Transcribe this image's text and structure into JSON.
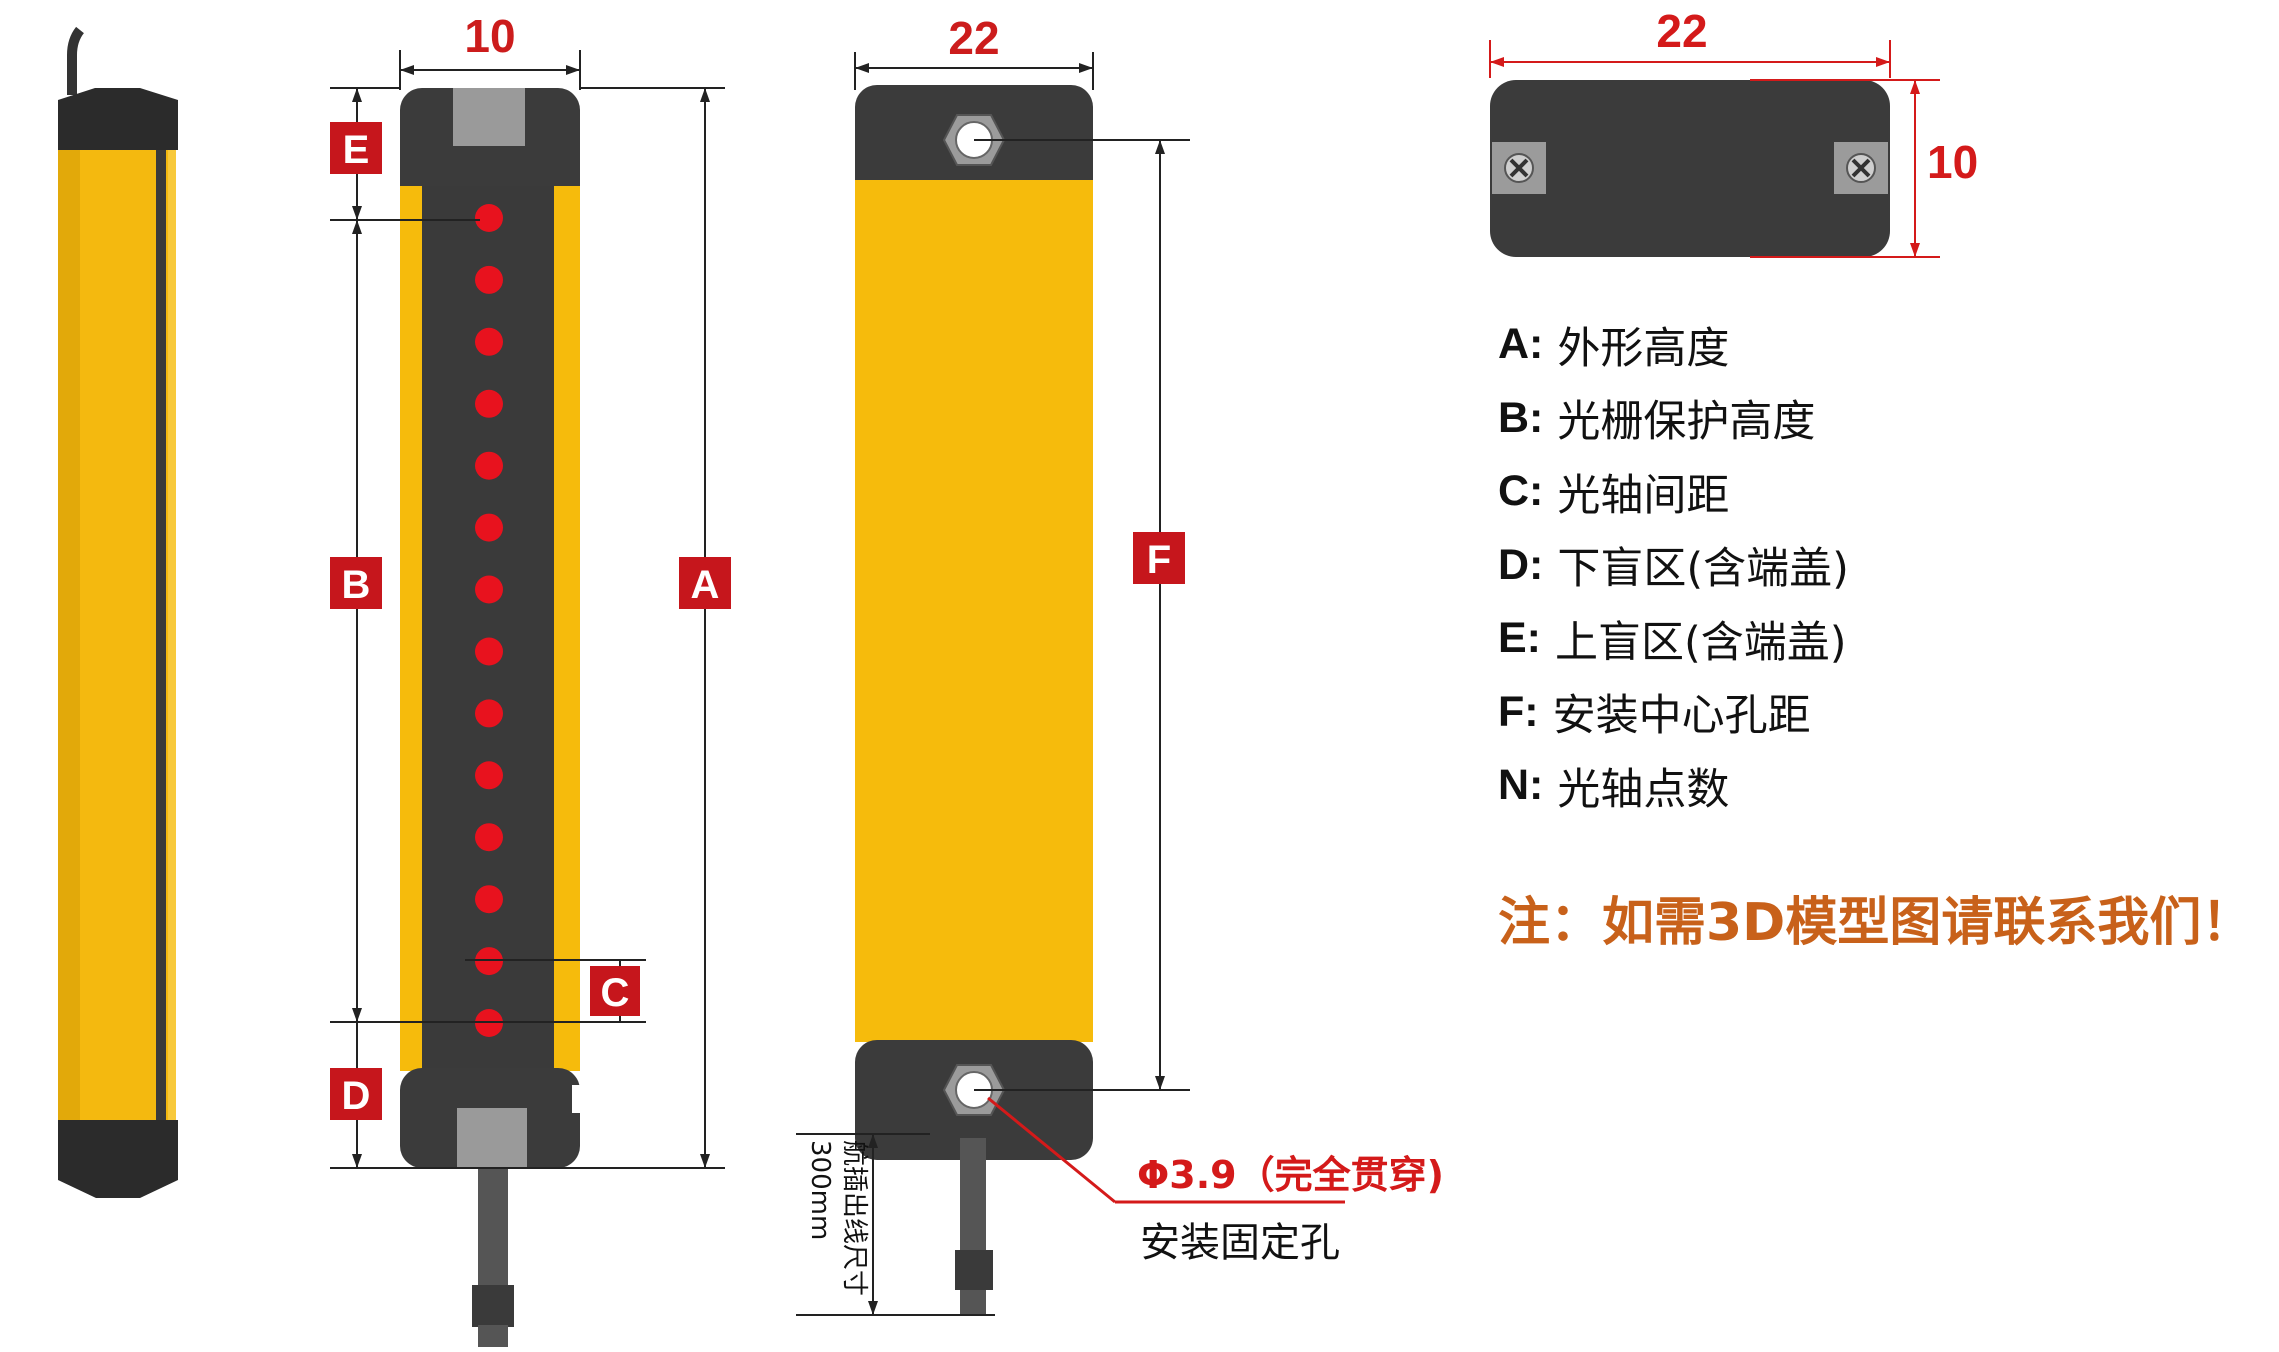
{
  "dimensions": {
    "front_width": "10",
    "side_width": "22",
    "top_width": "22",
    "top_depth": "10"
  },
  "tags": {
    "A": "A",
    "B": "B",
    "C": "C",
    "D": "D",
    "E": "E",
    "F": "F"
  },
  "legend": [
    {
      "key": "A:",
      "desc": "外形高度"
    },
    {
      "key": "B:",
      "desc": "光栅保护高度"
    },
    {
      "key": "C:",
      "desc": "光轴间距"
    },
    {
      "key": "D:",
      "desc": "下盲区(含端盖)"
    },
    {
      "key": "E:",
      "desc": "上盲区(含端盖)"
    },
    {
      "key": "F:",
      "desc": "安装中心孔距"
    },
    {
      "key": "N:",
      "desc": "光轴点数"
    }
  ],
  "note": "注：如需3D模型图请联系我们！",
  "hole": {
    "spec": "Φ3.9（完全贯穿)",
    "caption": "安装固定孔"
  },
  "cable": {
    "caption_line1": "航插出线尺寸",
    "caption_line2": "300mm"
  },
  "light_axis_count": 14,
  "colors": {
    "housing_yellow": "#f6bb0c",
    "body_dark": "#3a3a3a",
    "led_red": "#e8121e",
    "dim_red": "#cc1c1c",
    "note_orange": "#c8611a",
    "tag_red": "#c6161c"
  }
}
